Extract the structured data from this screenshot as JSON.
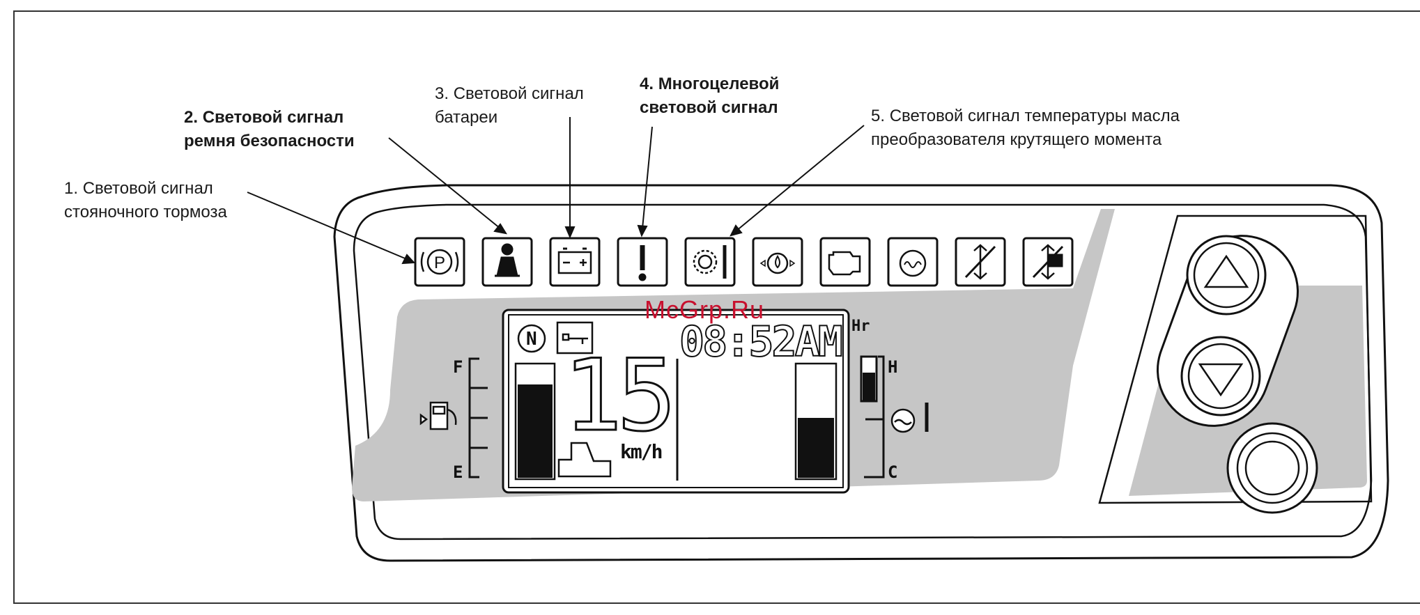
{
  "callouts": [
    {
      "number": "1.",
      "line1": "Световой сигнал",
      "line2": "стояночного тормоза"
    },
    {
      "number": "2.",
      "line1": "Световой сигнал",
      "line2": "ремня безопасности"
    },
    {
      "number": "3.",
      "line1": "Световой сигнал",
      "line2": "батареи"
    },
    {
      "number": "4.",
      "line1": "Многоцелевой",
      "line2": "световой сигнал"
    },
    {
      "number": "5.",
      "line1": "Световой сигнал температуры масла",
      "line2": "преобразователя крутящего момента"
    }
  ],
  "watermark": "McGrp.Ru",
  "display": {
    "time": "08:52AM",
    "hours_label": "Hr",
    "speed": "15",
    "speed_unit": "km/h",
    "fuel_full": "F",
    "fuel_empty": "E",
    "temp_hot": "H",
    "temp_cold": "C",
    "gear": "N"
  },
  "colors": {
    "panel_gray": "#c6c6c6",
    "outline": "#111111",
    "label_text": "#1a1a1a",
    "watermark": "#c8102e"
  },
  "icons": [
    "parking-brake-icon",
    "seat-belt-icon",
    "battery-icon",
    "multipurpose-warning-icon",
    "torque-converter-oil-temp-icon",
    "oil-pressure-icon",
    "engine-check-icon",
    "preheat-icon",
    "mast-tilt-lock-icon",
    "mast-lift-lock-icon"
  ]
}
